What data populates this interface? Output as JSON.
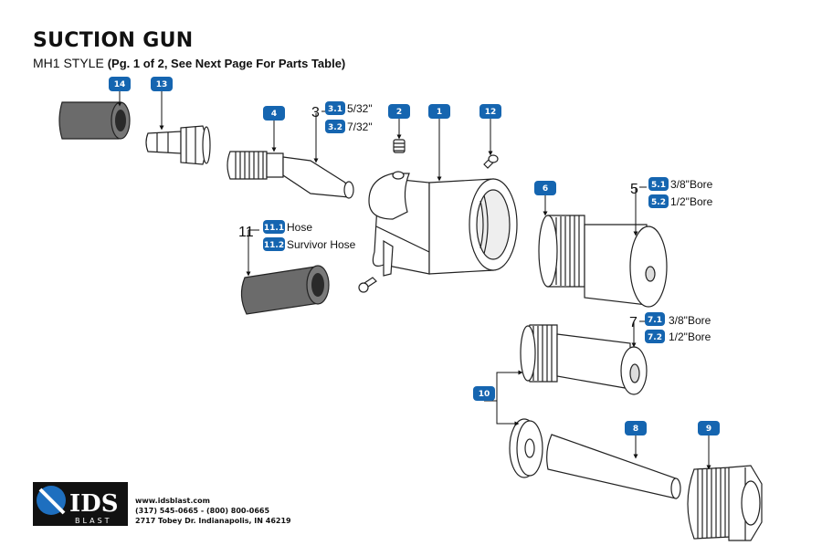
{
  "header": {
    "title": "SUCTION GUN",
    "subtitle_main": "MH1 STYLE",
    "subtitle_note": "(Pg. 1 of 2, See Next Page For Parts Table)"
  },
  "parts": {
    "p1": "1",
    "p2": "2",
    "p3": "3",
    "p3_1": "3.1",
    "p3_1_label": "5/32\"",
    "p3_2": "3.2",
    "p3_2_label": "7/32\"",
    "p4": "4",
    "p5": "5",
    "p5_1": "5.1",
    "p5_1_label": "3/8\"Bore",
    "p5_2": "5.2",
    "p5_2_label": "1/2\"Bore",
    "p6": "6",
    "p7": "7",
    "p7_1": "7.1",
    "p7_1_label": "3/8\"Bore",
    "p7_2": "7.2",
    "p7_2_label": "1/2\"Bore",
    "p8": "8",
    "p9": "9",
    "p10": "10",
    "p11": "11",
    "p11_1": "11.1",
    "p11_1_label": "Hose",
    "p11_2": "11.2",
    "p11_2_label": "Survivor Hose",
    "p12": "12",
    "p13": "13",
    "p14": "14"
  },
  "footer": {
    "logo_text": "IDS",
    "logo_sub": "BLAST",
    "website": "www.idsblast.com",
    "phone": "(317) 545-0665 - (800) 800-0665",
    "address": "2717 Tobey Dr. Indianapolis, IN 46219"
  },
  "colors": {
    "badge": "#1565b0",
    "hose": "#6b6b6b",
    "part_fill": "#ffffff",
    "stroke": "#222222"
  }
}
